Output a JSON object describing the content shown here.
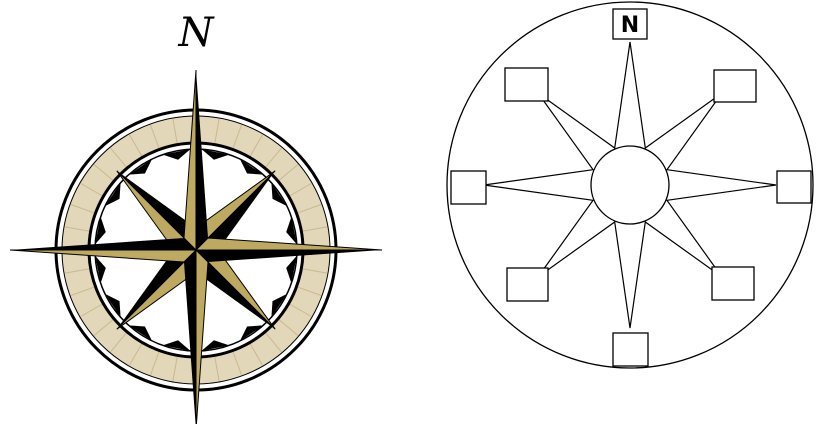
{
  "decorative_compass": {
    "north_label": "N",
    "colors": {
      "gold": "#bda95f",
      "dark": "#000000",
      "ring_fill": "#e3d7b9",
      "ring_divider": "#c9b98f"
    }
  },
  "blank_compass": {
    "north_label": "N",
    "direction_boxes": [
      {
        "direction": "N",
        "text": "N"
      },
      {
        "direction": "NE",
        "text": ""
      },
      {
        "direction": "E",
        "text": ""
      },
      {
        "direction": "SE",
        "text": ""
      },
      {
        "direction": "S",
        "text": ""
      },
      {
        "direction": "SW",
        "text": ""
      },
      {
        "direction": "W",
        "text": ""
      },
      {
        "direction": "NW",
        "text": ""
      }
    ]
  }
}
